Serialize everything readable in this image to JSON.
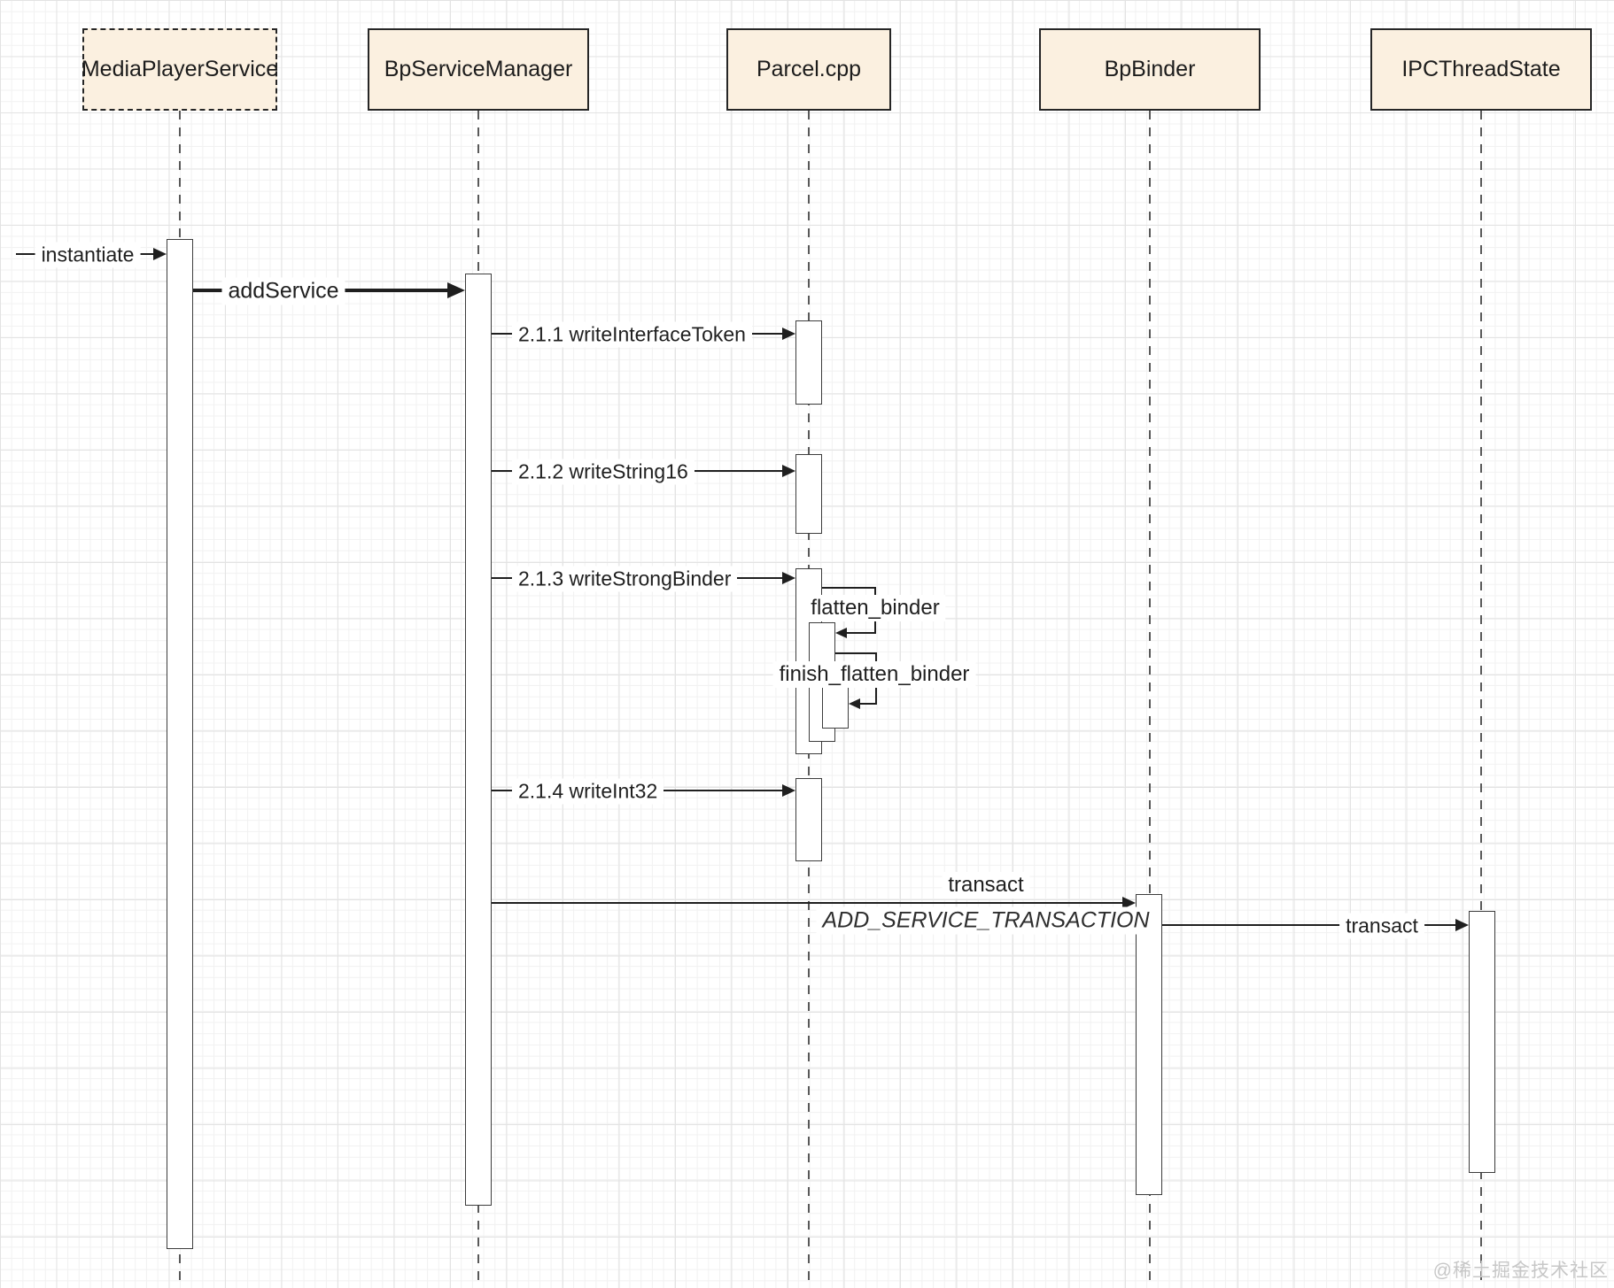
{
  "diagram": {
    "actors": [
      {
        "name": "MediaPlayerService",
        "border": "dashed"
      },
      {
        "name": "BpServiceManager",
        "border": "solid"
      },
      {
        "name": "Parcel.cpp",
        "border": "solid"
      },
      {
        "name": "BpBinder",
        "border": "solid"
      },
      {
        "name": "IPCThreadState",
        "border": "solid"
      }
    ],
    "messages": [
      {
        "label": "instantiate",
        "from": "external",
        "to": "MediaPlayerService"
      },
      {
        "label": "addService",
        "from": "MediaPlayerService",
        "to": "BpServiceManager"
      },
      {
        "label": "2.1.1 writeInterfaceToken",
        "from": "BpServiceManager",
        "to": "Parcel.cpp"
      },
      {
        "label": "2.1.2 writeString16",
        "from": "BpServiceManager",
        "to": "Parcel.cpp"
      },
      {
        "label": "2.1.3 writeStrongBinder",
        "from": "BpServiceManager",
        "to": "Parcel.cpp"
      },
      {
        "label": "flatten_binder",
        "from": "Parcel.cpp",
        "to": "Parcel.cpp"
      },
      {
        "label": "finish_flatten_binder",
        "from": "Parcel.cpp",
        "to": "Parcel.cpp"
      },
      {
        "label": "2.1.4 writeInt32",
        "from": "BpServiceManager",
        "to": "Parcel.cpp"
      },
      {
        "label": "transact",
        "sublabel": "ADD_SERVICE_TRANSACTION",
        "from": "BpServiceManager",
        "to": "BpBinder"
      },
      {
        "label": "transact",
        "from": "BpBinder",
        "to": "IPCThreadState"
      }
    ],
    "watermark": "@稀土掘金技术社区",
    "colors": {
      "actor_fill": "#fbf0e0",
      "actor_border": "#262626",
      "line": "#1f1f1f",
      "lifeline": "#595959",
      "grid_major": "#e3e3e3",
      "grid_minor": "#f1f1f1",
      "watermark": "#c7c7c7"
    }
  }
}
